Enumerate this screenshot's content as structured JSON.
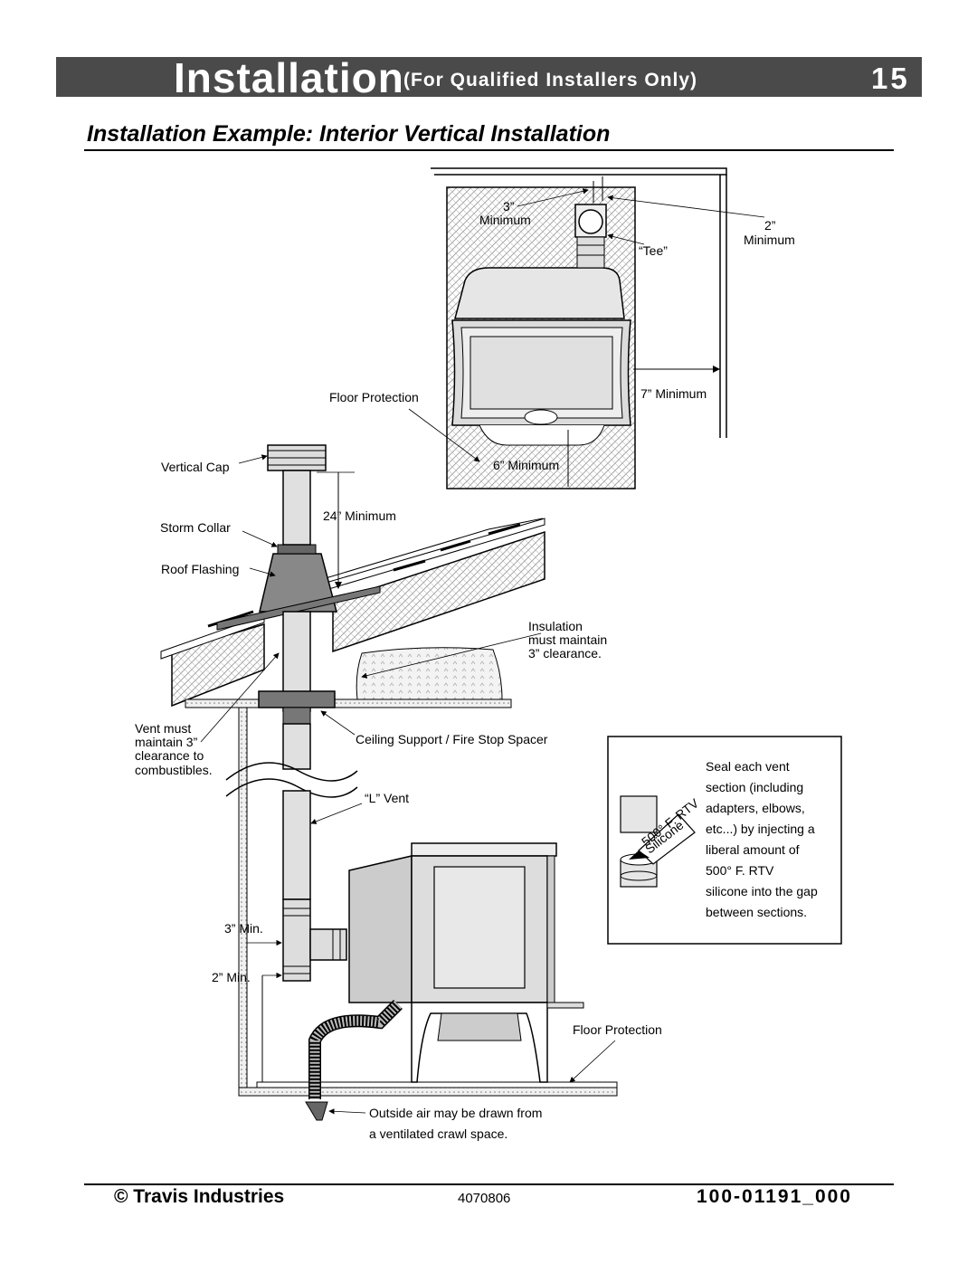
{
  "header": {
    "title": "Installation",
    "subtitle": "(For Qualified Installers Only)",
    "page_number": "15"
  },
  "section_title": "Installation Example: Interior Vertical   Installation",
  "labels": {
    "three_in": "3”",
    "minimum": "Minimum",
    "two_in": "2”",
    "minimum2": "Minimum",
    "tee": "“Tee”",
    "floor_protection_top": "Floor Protection",
    "seven_minimum": "7” Minimum",
    "six_minimum": "6” Minimum",
    "vertical_cap": "Vertical Cap",
    "twenty_four_minimum": "24” Minimum",
    "storm_collar": "Storm Collar",
    "roof_flashing": "Roof Flashing",
    "insulation_1": "Insulation",
    "insulation_2": "must maintain",
    "insulation_3": "3” clearance.",
    "vent_must_1": "Vent must",
    "vent_must_2": "maintain 3”",
    "vent_must_3": "clearance to",
    "vent_must_4": "combustibles.",
    "ceiling_support": "Ceiling Support / Fire Stop Spacer",
    "l_vent": "“L” Vent",
    "three_min": "3” Min.",
    "two_min": "2” Min.",
    "floor_protection_bottom": "Floor Protection",
    "outside_air_1": "Outside air may be drawn from",
    "outside_air_2": "a ventilated crawl space.",
    "tube_text_1": "500° F. RTV",
    "tube_text_2": "Silicone"
  },
  "seal_box": [
    "Seal each vent",
    "section (including",
    "adapters, elbows,",
    "etc...) by injecting a",
    "liberal amount of",
    "500° F. RTV",
    "silicone into the gap",
    "between sections."
  ],
  "footer": {
    "company": "© Travis Industries",
    "code": "4070806",
    "part_number": "100-01191_000"
  }
}
